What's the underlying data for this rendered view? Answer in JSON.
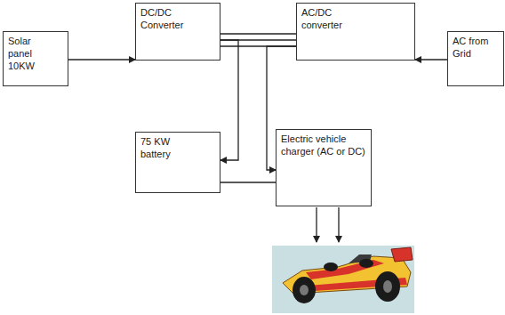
{
  "diagram": {
    "nodes": [
      {
        "text": [
          "Solar panel 10KW"
        ]
      },
      {
        "text": [
          "DC/DC Converter"
        ]
      },
      {
        "text": [
          "AC/DC converter"
        ]
      },
      {
        "text": [
          "AC from Grid"
        ]
      },
      {
        "text": [
          "75 KW battery"
        ]
      },
      {
        "text": [
          "Electric vehicle charger (AC or DC)"
        ]
      }
    ],
    "edges": [
      {
        "from": 0,
        "to": 1,
        "arrow": "to"
      },
      {
        "from": 3,
        "to": 2,
        "arrow": "to"
      },
      {
        "from": 1,
        "to": 2,
        "arrow": "none"
      },
      {
        "from": 1,
        "to": 4,
        "arrow": "to"
      },
      {
        "from": 2,
        "to": 5,
        "arrow": "to"
      },
      {
        "from": 4,
        "to": 5,
        "arrow": "none"
      }
    ]
  }
}
